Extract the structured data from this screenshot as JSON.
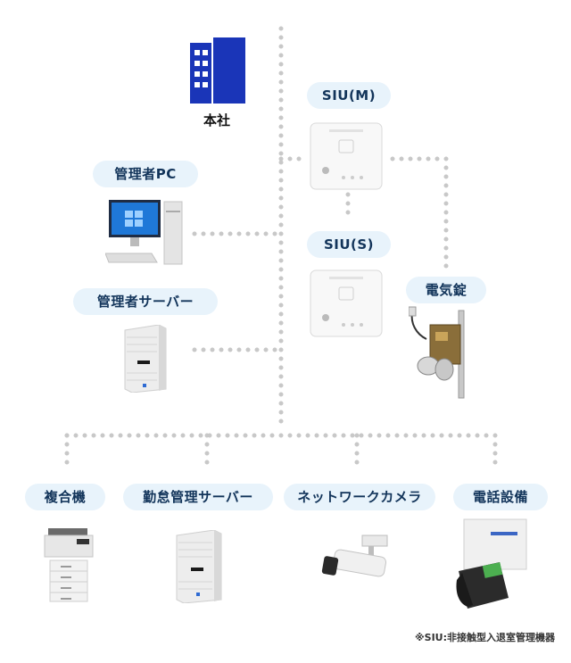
{
  "hq": {
    "label": "本社",
    "icon": "building-icon"
  },
  "nodes": {
    "siu_m": "SIU(M)",
    "siu_s": "SIU(S)",
    "admin_pc": "管理者PC",
    "admin_server": "管理者サーバー",
    "lock": "電気錠",
    "mfp": "複合機",
    "attendance_server": "勤怠管理サーバー",
    "camera": "ネットワークカメラ",
    "phone": "電話設備"
  },
  "footnote": "※SIU:非接触型入退室管理機器",
  "colors": {
    "building": "#1a35b8",
    "pill_bg": "#e8f3fb",
    "pill_text": "#12345a",
    "dots": "#c8c8c8"
  }
}
